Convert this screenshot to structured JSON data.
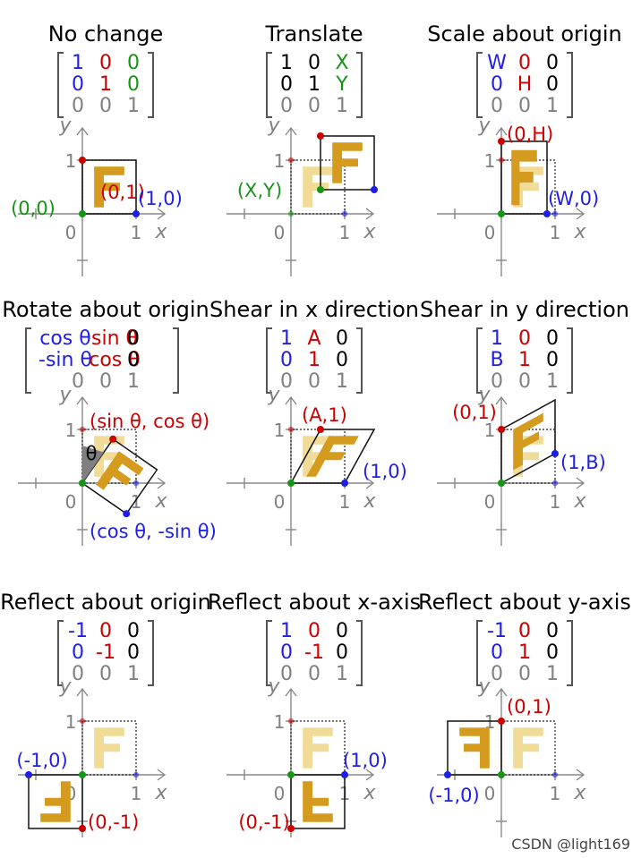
{
  "colors": {
    "blue": "#1e1ee6",
    "red": "#cc0000",
    "green": "#159615",
    "gray": "#808080",
    "black": "#000000",
    "f_original": "#f0dc96",
    "f_transformed": "#d49b1e",
    "angle_wedge": "#808080"
  },
  "axis_labels": {
    "x": "x",
    "y": "y"
  },
  "tick_labels": {
    "origin": "0",
    "one": "1"
  },
  "panels": [
    {
      "id": "no-change",
      "title": "No change",
      "matrix": [
        [
          [
            "1",
            "blue"
          ],
          [
            "0",
            "red"
          ],
          [
            "0",
            "green"
          ]
        ],
        [
          [
            "0",
            "blue"
          ],
          [
            "1",
            "red"
          ],
          [
            "0",
            "green"
          ]
        ],
        [
          [
            "0",
            "gray"
          ],
          [
            "0",
            "gray"
          ],
          [
            "1",
            "gray"
          ]
        ]
      ],
      "a": 1,
      "b": 0,
      "c": 0,
      "d": 1,
      "tx": 0,
      "ty": 0,
      "labels": [
        {
          "text": "(0,1)",
          "color": "red"
        },
        {
          "text": "(0,0)",
          "color": "green"
        },
        {
          "text": "(1,0)",
          "color": "blue"
        }
      ]
    },
    {
      "id": "translate",
      "title": "Translate",
      "matrix": [
        [
          [
            "1",
            "black"
          ],
          [
            "0",
            "black"
          ],
          [
            "X",
            "green"
          ]
        ],
        [
          [
            "0",
            "black"
          ],
          [
            "1",
            "black"
          ],
          [
            "Y",
            "green"
          ]
        ],
        [
          [
            "0",
            "gray"
          ],
          [
            "0",
            "gray"
          ],
          [
            "1",
            "gray"
          ]
        ]
      ],
      "a": 1,
      "b": 0,
      "c": 0,
      "d": 1,
      "tx": 0.55,
      "ty": 0.45,
      "labels": [
        {
          "text": "(X,Y)",
          "color": "green"
        }
      ]
    },
    {
      "id": "scale",
      "title": "Scale about origin",
      "matrix": [
        [
          [
            "W",
            "blue"
          ],
          [
            "0",
            "red"
          ],
          [
            "0",
            "black"
          ]
        ],
        [
          [
            "0",
            "blue"
          ],
          [
            "H",
            "red"
          ],
          [
            "0",
            "black"
          ]
        ],
        [
          [
            "0",
            "gray"
          ],
          [
            "0",
            "gray"
          ],
          [
            "1",
            "gray"
          ]
        ]
      ],
      "a": 0.85,
      "b": 0,
      "c": 0,
      "d": 1.35,
      "tx": 0,
      "ty": 0,
      "labels": [
        {
          "text": "(0,H)",
          "color": "red"
        },
        {
          "text": "(W,0)",
          "color": "blue"
        }
      ]
    },
    {
      "id": "rotate",
      "title": "Rotate about origin",
      "matrix": [
        [
          [
            "cos θ",
            "blue"
          ],
          [
            "sin θ",
            "red"
          ],
          [
            "0",
            "black"
          ]
        ],
        [
          [
            "-sin θ",
            "blue"
          ],
          [
            "cos θ",
            "red"
          ],
          [
            "0",
            "black"
          ]
        ],
        [
          [
            "0",
            "gray"
          ],
          [
            "0",
            "gray"
          ],
          [
            "1",
            "gray"
          ]
        ]
      ],
      "a": 0.82,
      "b": -0.57,
      "c": 0.57,
      "d": 0.82,
      "tx": 0,
      "ty": 0,
      "theta_symbol": "θ",
      "labels": [
        {
          "text": "(sin θ, cos θ)",
          "color": "red"
        },
        {
          "text": "(cos θ, -sin θ)",
          "color": "blue"
        }
      ]
    },
    {
      "id": "shear-x",
      "title": "Shear in x direction",
      "matrix": [
        [
          [
            "1",
            "blue"
          ],
          [
            "A",
            "red"
          ],
          [
            "0",
            "black"
          ]
        ],
        [
          [
            "0",
            "blue"
          ],
          [
            "1",
            "red"
          ],
          [
            "0",
            "black"
          ]
        ],
        [
          [
            "0",
            "gray"
          ],
          [
            "0",
            "gray"
          ],
          [
            "1",
            "gray"
          ]
        ]
      ],
      "a": 1,
      "b": 0,
      "c": 0.55,
      "d": 1,
      "tx": 0,
      "ty": 0,
      "labels": [
        {
          "text": "(A,1)",
          "color": "red"
        },
        {
          "text": "(1,0)",
          "color": "blue"
        }
      ]
    },
    {
      "id": "shear-y",
      "title": "Shear in y direction",
      "matrix": [
        [
          [
            "1",
            "blue"
          ],
          [
            "0",
            "red"
          ],
          [
            "0",
            "black"
          ]
        ],
        [
          [
            "B",
            "blue"
          ],
          [
            "1",
            "red"
          ],
          [
            "0",
            "black"
          ]
        ],
        [
          [
            "0",
            "gray"
          ],
          [
            "0",
            "gray"
          ],
          [
            "1",
            "gray"
          ]
        ]
      ],
      "a": 1,
      "b": 0.55,
      "c": 0,
      "d": 1,
      "tx": 0,
      "ty": 0,
      "labels": [
        {
          "text": "(0,1)",
          "color": "red"
        },
        {
          "text": "(1,B)",
          "color": "blue"
        }
      ]
    },
    {
      "id": "reflect-origin",
      "title": "Reflect about origin",
      "matrix": [
        [
          [
            "-1",
            "blue"
          ],
          [
            "0",
            "red"
          ],
          [
            "0",
            "black"
          ]
        ],
        [
          [
            "0",
            "blue"
          ],
          [
            "-1",
            "red"
          ],
          [
            "0",
            "black"
          ]
        ],
        [
          [
            "0",
            "gray"
          ],
          [
            "0",
            "gray"
          ],
          [
            "1",
            "gray"
          ]
        ]
      ],
      "a": -1,
      "b": 0,
      "c": 0,
      "d": -1,
      "tx": 0,
      "ty": 0,
      "labels": [
        {
          "text": "(-1,0)",
          "color": "blue"
        },
        {
          "text": "(0,-1)",
          "color": "red"
        }
      ]
    },
    {
      "id": "reflect-x",
      "title": "Reflect about x-axis",
      "matrix": [
        [
          [
            "1",
            "blue"
          ],
          [
            "0",
            "red"
          ],
          [
            "0",
            "black"
          ]
        ],
        [
          [
            "0",
            "blue"
          ],
          [
            "-1",
            "red"
          ],
          [
            "0",
            "black"
          ]
        ],
        [
          [
            "0",
            "gray"
          ],
          [
            "0",
            "gray"
          ],
          [
            "1",
            "gray"
          ]
        ]
      ],
      "a": 1,
      "b": 0,
      "c": 0,
      "d": -1,
      "tx": 0,
      "ty": 0,
      "labels": [
        {
          "text": "(1,0)",
          "color": "blue"
        },
        {
          "text": "(0,-1)",
          "color": "red"
        }
      ]
    },
    {
      "id": "reflect-y",
      "title": "Reflect about y-axis",
      "matrix": [
        [
          [
            "-1",
            "blue"
          ],
          [
            "0",
            "red"
          ],
          [
            "0",
            "black"
          ]
        ],
        [
          [
            "0",
            "blue"
          ],
          [
            "1",
            "red"
          ],
          [
            "0",
            "black"
          ]
        ],
        [
          [
            "0",
            "gray"
          ],
          [
            "0",
            "gray"
          ],
          [
            "1",
            "gray"
          ]
        ]
      ],
      "a": -1,
      "b": 0,
      "c": 0,
      "d": 1,
      "tx": 0,
      "ty": 0,
      "labels": [
        {
          "text": "(0,1)",
          "color": "red"
        },
        {
          "text": "(-1,0)",
          "color": "blue"
        }
      ]
    }
  ],
  "watermark": "CSDN @light169"
}
